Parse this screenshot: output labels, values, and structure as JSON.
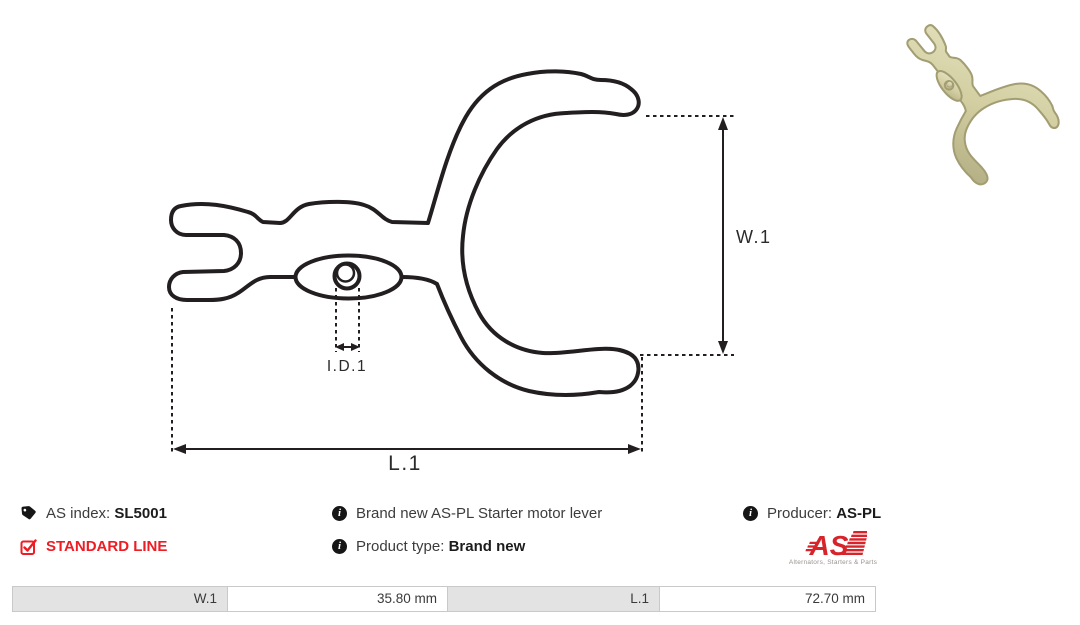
{
  "drawing": {
    "labels": {
      "width": "W.1",
      "length": "L.1",
      "inner_diameter": "I.D.1"
    }
  },
  "info": {
    "as_index_label": "AS index:",
    "as_index_value": "SL5001",
    "standard_line": "STANDARD LINE",
    "description": "Brand new AS-PL Starter motor lever",
    "product_type_label": "Product type:",
    "product_type_value": "Brand new",
    "producer_label": "Producer:",
    "producer_value": "AS-PL",
    "logo_text": "AS",
    "logo_tagline": "Alternators, Starters & Parts"
  },
  "dimensions_table": {
    "rows": [
      {
        "label": "W.1",
        "value": "35.80 mm"
      },
      {
        "label": "L.1",
        "value": "72.70 mm"
      }
    ]
  },
  "icons": {
    "tag": "tag-icon",
    "checkbox": "checkbox-checked-icon",
    "info": "info-icon"
  },
  "colors": {
    "accent_red": "#ee1c23",
    "line_black": "#231f20",
    "table_cell_gray": "#e3e3e3",
    "table_border": "#c9c9c9",
    "photo_khaki_light": "#e9e6c6",
    "photo_khaki_dark": "#b3ae83"
  }
}
